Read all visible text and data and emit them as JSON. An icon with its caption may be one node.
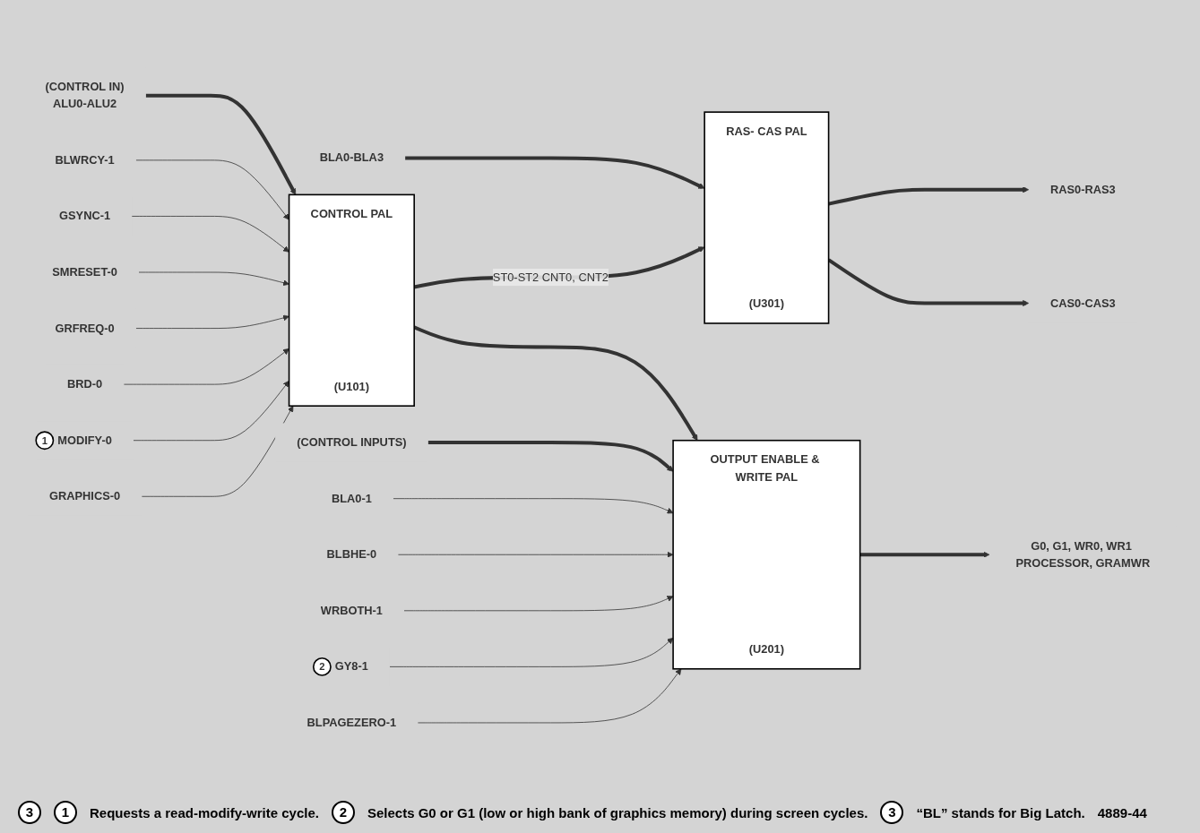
{
  "diagram": {
    "nodes": [
      {
        "text": [
          "(CONTROL IN)",
          "ALU0-ALU2"
        ]
      },
      {
        "text": [
          "BLWRCY-1"
        ]
      },
      {
        "text": [
          "GSYNC-1"
        ]
      },
      {
        "text": [
          "SMRESET-0"
        ]
      },
      {
        "text": [
          "GRFREQ-0"
        ]
      },
      {
        "text": [
          "BRD-0"
        ]
      },
      {
        "text": [
          "MODIFY-0"
        ],
        "beside": [
          "1"
        ]
      },
      {
        "text": [
          "GRAPHICS-0"
        ]
      },
      {
        "text": [
          "CONTROL PAL",
          "(U101)"
        ]
      },
      {
        "text": [
          "BLA0-BLA3"
        ]
      },
      {
        "text": [
          "RAS- CAS PAL",
          "(U301)"
        ]
      },
      {
        "text": [
          "RAS0-RAS3"
        ]
      },
      {
        "text": [
          "CAS0-CAS3"
        ]
      },
      {
        "text": [
          "(CONTROL INPUTS)"
        ]
      },
      {
        "text": [
          "BLA0-1"
        ]
      },
      {
        "text": [
          "BLBHE-0"
        ]
      },
      {
        "text": [
          "WRBOTH-1"
        ]
      },
      {
        "text": [
          "GY8-1"
        ],
        "beside": [
          "2"
        ]
      },
      {
        "text": [
          "BLPAGEZERO-1"
        ]
      },
      {
        "text": [
          "OUTPUT ENABLE & WRITE PAL",
          "(U201)"
        ]
      },
      {
        "text": [
          "G0, G1, WR0, WR1 PROCESSOR, GRAMWR"
        ]
      }
    ],
    "edges": [
      {
        "from": 0,
        "to": 8,
        "arrow": "to",
        "style": "thick"
      },
      {
        "from": 1,
        "to": 8,
        "arrow": "to"
      },
      {
        "from": 2,
        "to": 8,
        "arrow": "to"
      },
      {
        "from": 3,
        "to": 8,
        "arrow": "to"
      },
      {
        "from": 4,
        "to": 8,
        "arrow": "to"
      },
      {
        "from": 5,
        "to": 8,
        "arrow": "to"
      },
      {
        "from": 6,
        "to": 8,
        "arrow": "to"
      },
      {
        "from": 7,
        "to": 8,
        "arrow": "to"
      },
      {
        "from": 9,
        "to": 10,
        "arrow": "to",
        "style": "thick"
      },
      {
        "from": 10,
        "to": 11,
        "arrow": "to",
        "style": "thick"
      },
      {
        "from": 10,
        "to": 12,
        "arrow": "to",
        "style": "thick"
      },
      {
        "from": 8,
        "to": 10,
        "arrow": "to",
        "style": "thick",
        "label": "ST0-ST2 CNT0, CNT2"
      },
      {
        "from": 8,
        "to": 19,
        "arrow": "to",
        "style": "thick"
      },
      {
        "from": 13,
        "to": 19,
        "arrow": "to",
        "style": "thick"
      },
      {
        "from": 14,
        "to": 19,
        "arrow": "to"
      },
      {
        "from": 15,
        "to": 19,
        "arrow": "to"
      },
      {
        "from": 16,
        "to": 19,
        "arrow": "to"
      },
      {
        "from": 17,
        "to": 19,
        "arrow": "to"
      },
      {
        "from": 18,
        "to": 19,
        "arrow": "to"
      },
      {
        "from": 19,
        "to": 20,
        "arrow": "to",
        "style": "thick"
      }
    ],
    "labels": [
      "3",
      "1",
      "Requests a read-modify-write cycle.",
      "2",
      "Selects G0 or G1 (low or high bank of graphics memory) during screen cycles.",
      "3",
      "“BL” stands for Big Latch.",
      "4889-44"
    ]
  }
}
